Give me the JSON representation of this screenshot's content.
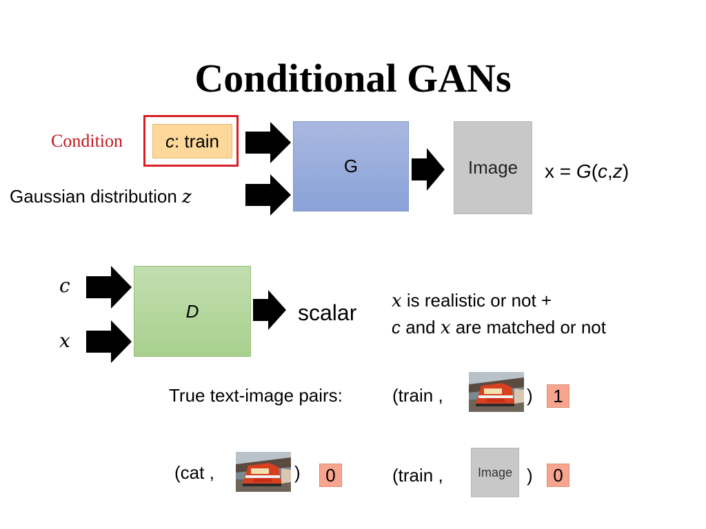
{
  "title": "Conditional GANs",
  "generator": {
    "condition_label": "Condition",
    "condition_box": {
      "var": "c",
      "text": ": train"
    },
    "noise_label": "Gaussian distribution",
    "noise_var": "z",
    "g_label": "G",
    "output_label": "Image",
    "equation": {
      "lhs": "x = ",
      "fn": "G",
      "open": "(",
      "a1": "c",
      "comma": ",",
      "a2": "z",
      "close": ")"
    }
  },
  "discriminator": {
    "input_c": "c",
    "input_x": "x",
    "d_label": "D",
    "output_label": "scalar",
    "desc_line1_var": "x",
    "desc_line1_text": " is realistic or not +",
    "desc_line2_c": "c",
    "desc_line2_and": " and ",
    "desc_line2_var": "x",
    "desc_line2_text": " are matched or not"
  },
  "pairs": {
    "true_label": "True text-image pairs:",
    "true_pair": {
      "open": "(train ,",
      "close": ")",
      "score": "1"
    },
    "cat_pair": {
      "open": "(cat ,",
      "close": ")",
      "score": "0"
    },
    "fake_pair": {
      "open": "(train ,",
      "image_label": "Image",
      "close": ")",
      "score": "0"
    }
  },
  "colors": {
    "condition_red": "#c0171e",
    "condition_fill": "#fdd89a",
    "g_fill": "#8ea7db",
    "d_fill": "#aed394",
    "image_gray": "#c8c8c8",
    "score_fill": "#f7a58f"
  }
}
